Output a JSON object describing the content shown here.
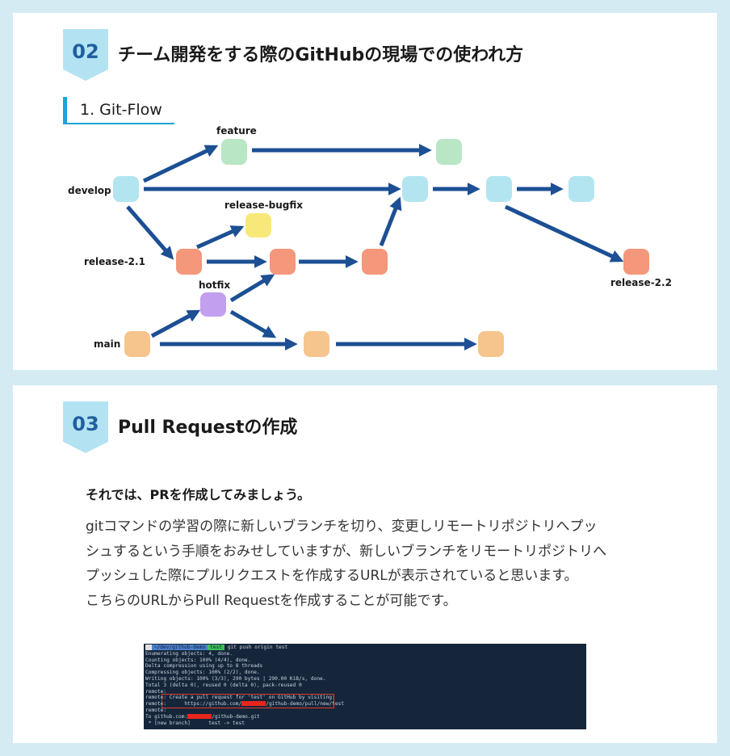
{
  "section2": {
    "number": "02",
    "title": "チーム開発をする際のGitHubの現場での使われ方",
    "subheading": "1. Git-Flow",
    "diagram": {
      "labels": {
        "feature": "feature",
        "develop": "develop",
        "release_bugfix": "release-bugfix",
        "release_21": "release-2.1",
        "hotfix": "hotfix",
        "main": "main",
        "release_22": "release-2.2"
      },
      "colors": {
        "develop": "#b3e5f0",
        "feature": "#b9e6c5",
        "release": "#f4977a",
        "bugfix": "#f8e87a",
        "hotfix": "#c2a0ef",
        "main": "#f6c48d",
        "arrow": "#1c4f93"
      }
    }
  },
  "section3": {
    "number": "03",
    "title": "Pull Requestの作成",
    "lead": "それでは、PRを作成してみましょう。",
    "paragraph_lines": [
      "gitコマンドの学習の際に新しいブランチを切り、変更しリモートリポジトリへプッ",
      "シュするという手順をおみせしていますが、新しいブランチをリモートリポジトリへ",
      "プッシュした際にプルリクエストを作成するURLが表示されていると思います。",
      "こちらのURLからPull Requestを作成することが可能です。"
    ],
    "terminal": {
      "prompt_path": "~/dev/github-demo",
      "prompt_branch": "test",
      "command": "git push origin test",
      "lines": [
        "Enumerating objects: 4, done.",
        "Counting objects: 100% (4/4), done.",
        "Delta compression using up to 8 threads",
        "Compressing objects: 100% (2/2), done.",
        "Writing objects: 100% (3/3), 290 bytes | 290.00 KiB/s, done.",
        "Total 3 (delta 0), reused 0 (delta 0), pack-reused 0",
        "remote:"
      ],
      "pr_line": "remote: Create a pull request for 'test' on GitHub by visiting:",
      "url_prefix": "remote:      https://github.com/",
      "url_suffix": "/github-demo/pull/new/test",
      "after_lines": [
        "remote:"
      ],
      "to_prefix": "To github.com:",
      "to_suffix": "/github-demo.git",
      "last_line": " * [new branch]      test -> test"
    }
  }
}
